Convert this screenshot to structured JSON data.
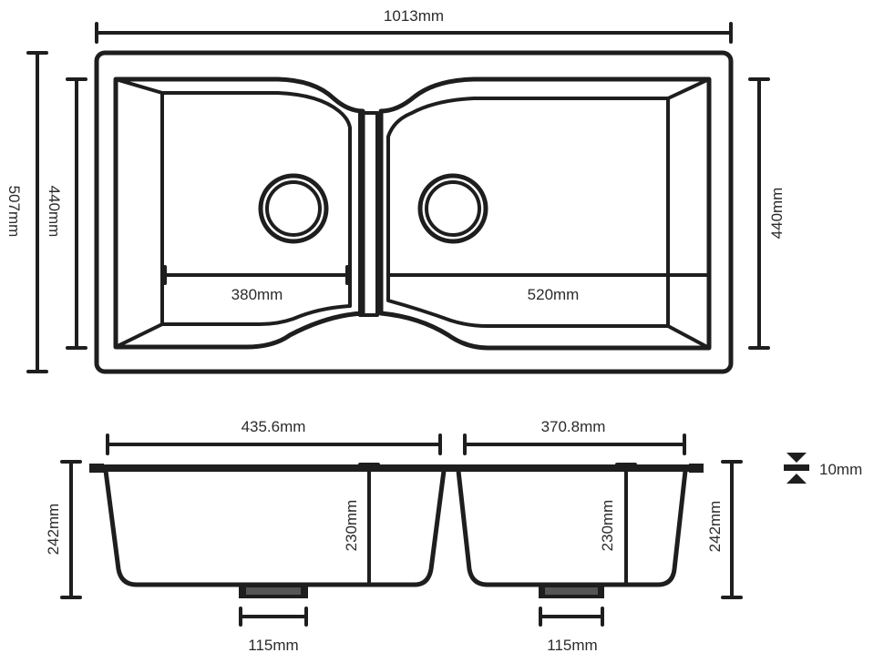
{
  "top_view": {
    "overall_width": "1013mm",
    "overall_depth": "507mm",
    "left_bowl_depth": "440mm",
    "right_bowl_depth": "440mm",
    "left_bowl_width": "380mm",
    "right_bowl_width": "520mm"
  },
  "side_view": {
    "left_bowl_top_width": "435.6mm",
    "right_bowl_top_width": "370.8mm",
    "left_overall_height": "242mm",
    "right_overall_height": "242mm",
    "left_bowl_height": "230mm",
    "right_bowl_height": "230mm",
    "left_waste_width": "115mm",
    "right_waste_width": "115mm",
    "rim_thickness": "10mm"
  }
}
